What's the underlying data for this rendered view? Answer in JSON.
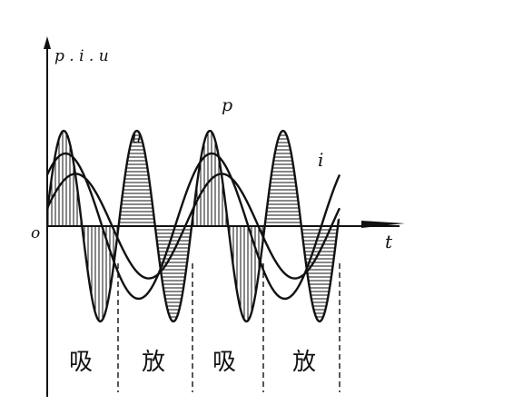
{
  "figure": {
    "y_axis_label": "p . i . u",
    "x_axis_label": "t",
    "origin_label": "o",
    "curves": [
      {
        "key": "u",
        "label": "u",
        "color": "#111111"
      },
      {
        "key": "i",
        "label": "i",
        "color": "#111111"
      },
      {
        "key": "p",
        "label": "p",
        "color": "#111111"
      }
    ],
    "regions": [
      {
        "key": "absorb-1",
        "label": "吸",
        "hatch": "vertical"
      },
      {
        "key": "release-1",
        "label": "放",
        "hatch": "horizontal"
      },
      {
        "key": "absorb-2",
        "label": "吸",
        "hatch": "vertical"
      },
      {
        "key": "release-2",
        "label": "放",
        "hatch": "horizontal"
      }
    ]
  }
}
